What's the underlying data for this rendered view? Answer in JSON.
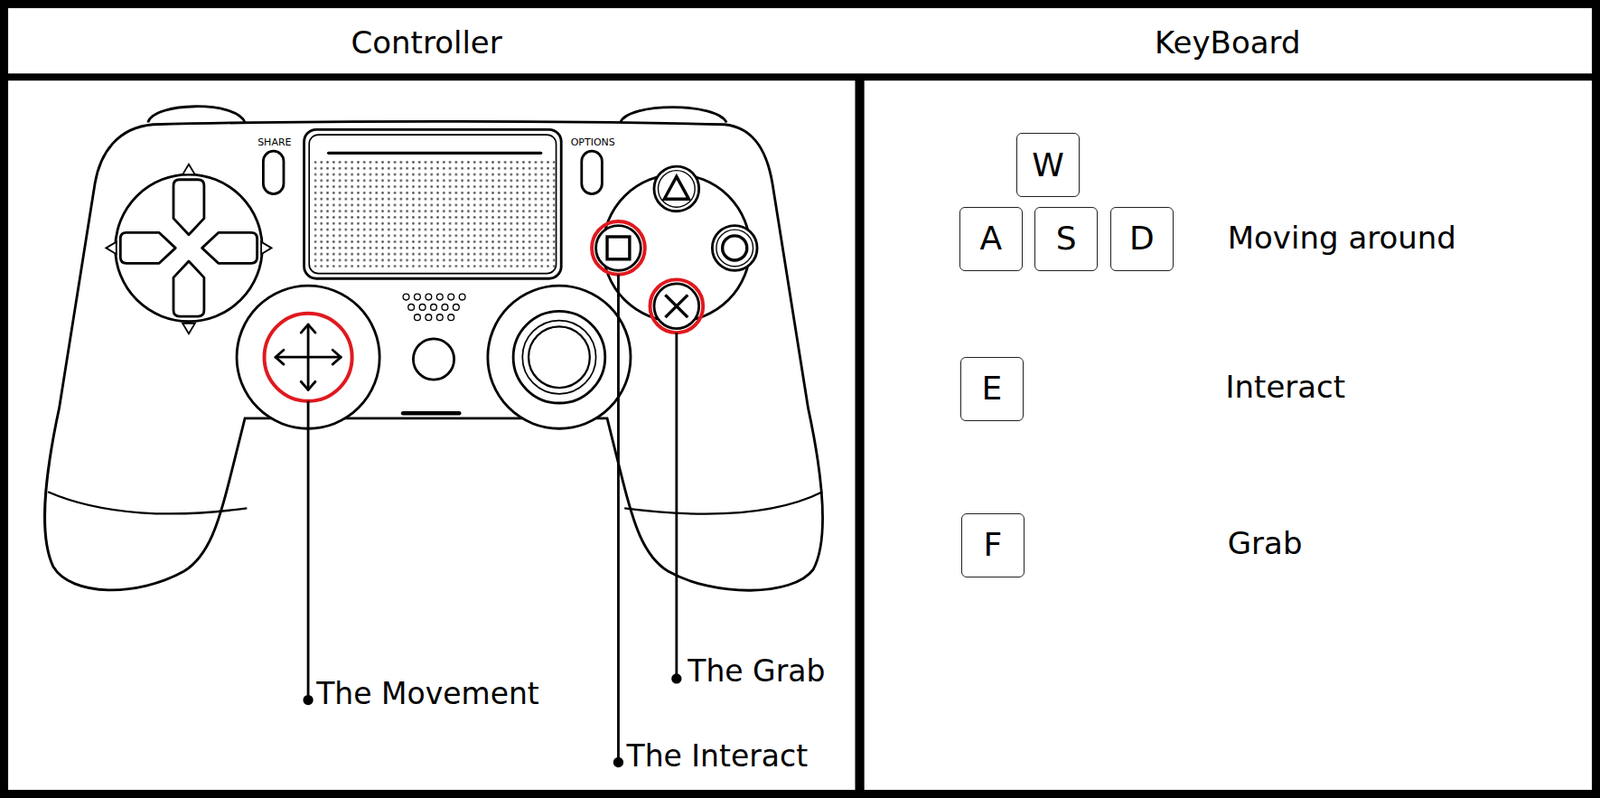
{
  "diagram": {
    "nodes": [
      {
        "text": [
          "W"
        ]
      },
      {
        "text": [
          "A"
        ]
      },
      {
        "text": [
          "S"
        ]
      },
      {
        "text": [
          "D"
        ]
      },
      {
        "text": [
          "E"
        ]
      },
      {
        "text": [
          "F"
        ]
      }
    ],
    "labels": [
      "Controller",
      "KeyBoard",
      "SHARE",
      "OPTIONS",
      "The Movement",
      "The Grab",
      "The Interact",
      "Moving around",
      "Interact",
      "Grab"
    ]
  }
}
